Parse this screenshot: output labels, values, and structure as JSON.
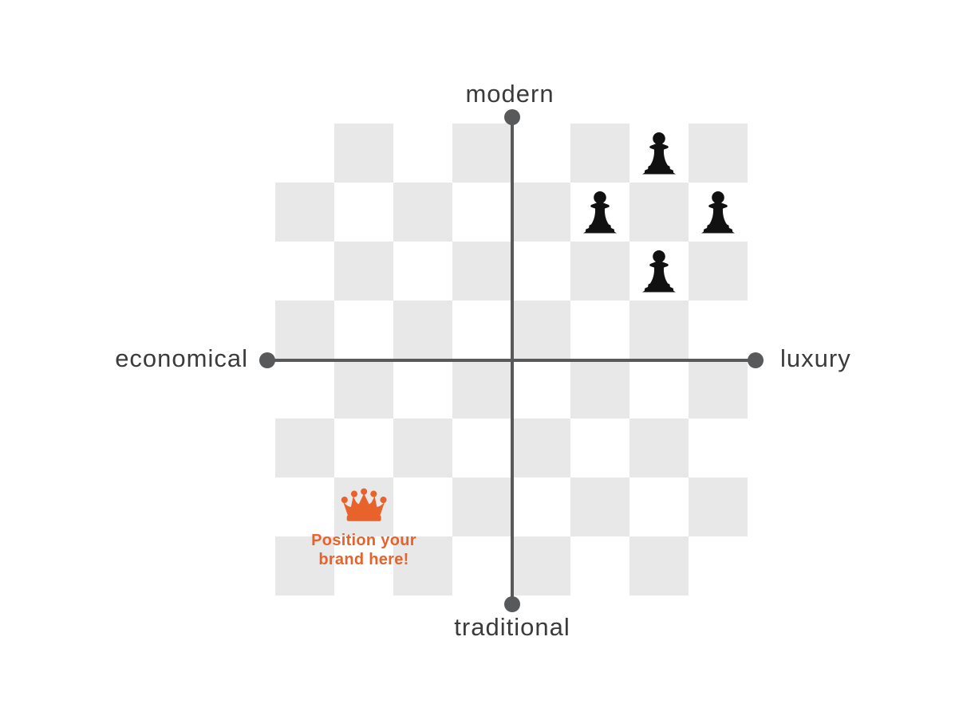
{
  "positioning_map": {
    "axis_labels": {
      "top": "modern",
      "bottom": "traditional",
      "left": "economical",
      "right": "luxury"
    },
    "cta": {
      "line1": "Position your",
      "line2": "brand here!"
    },
    "icons": {
      "competitor_marker": "chess-pawn-icon",
      "brand_marker": "crown-icon"
    },
    "colors": {
      "accent_orange": "#E8622C",
      "axis_gray": "#58595B",
      "checker_gray": "#E8E8E8",
      "pawn_black": "#111111",
      "label_text": "#3B3B3B",
      "background": "#FFFFFF"
    }
  },
  "chart_data": {
    "type": "scatter",
    "title": "",
    "x_axis": {
      "left_label": "economical",
      "right_label": "luxury"
    },
    "y_axis": {
      "top_label": "modern",
      "bottom_label": "traditional"
    },
    "xlim": [
      -4,
      4
    ],
    "ylim": [
      -4,
      4
    ],
    "grid": "8x8 checkerboard, 1-unit cells",
    "legend": "none",
    "series": [
      {
        "name": "competitors",
        "marker": "chess-pawn",
        "color": "#111111",
        "points": [
          {
            "x": 2.5,
            "y": 3.5
          },
          {
            "x": 1.5,
            "y": 2.5
          },
          {
            "x": 3.5,
            "y": 2.5
          },
          {
            "x": 2.5,
            "y": 1.5
          }
        ]
      },
      {
        "name": "your-brand",
        "marker": "crown",
        "color": "#E8622C",
        "annotation": "Position your brand here!",
        "points": [
          {
            "x": -2.5,
            "y": -2.5
          }
        ]
      }
    ]
  }
}
